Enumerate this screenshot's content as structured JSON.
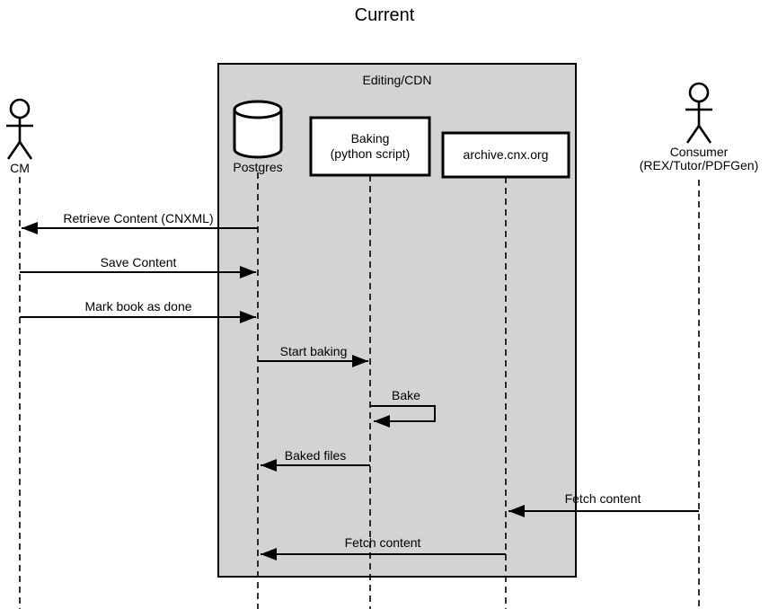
{
  "title": "Current",
  "frame": {
    "label": "Editing/CDN"
  },
  "actors": {
    "cm": {
      "label": "CM"
    },
    "consumer": {
      "label": "Consumer",
      "sublabel": "(REX/Tutor/PDFGen)"
    }
  },
  "participants": {
    "postgres": {
      "label": "Postgres",
      "icon": "database-cylinder-icon"
    },
    "baking": {
      "label": "Baking",
      "sublabel": "(python script)"
    },
    "archive": {
      "label": "archive.cnx.org"
    }
  },
  "messages": [
    {
      "label": "Retrieve Content (CNXML)",
      "from": "postgres",
      "to": "cm"
    },
    {
      "label": "Save Content",
      "from": "cm",
      "to": "postgres"
    },
    {
      "label": "Mark book as done",
      "from": "cm",
      "to": "postgres"
    },
    {
      "label": "Start baking",
      "from": "postgres",
      "to": "baking"
    },
    {
      "label": "Bake",
      "from": "baking",
      "to": "baking",
      "self": true
    },
    {
      "label": "Baked files",
      "from": "baking",
      "to": "postgres"
    },
    {
      "label": "Fetch content",
      "from": "consumer",
      "to": "archive"
    },
    {
      "label": "Fetch content",
      "from": "archive",
      "to": "postgres"
    }
  ],
  "colors": {
    "frame_fill": "#d3d3d3",
    "stroke": "#000000",
    "box_fill": "#ffffff"
  }
}
